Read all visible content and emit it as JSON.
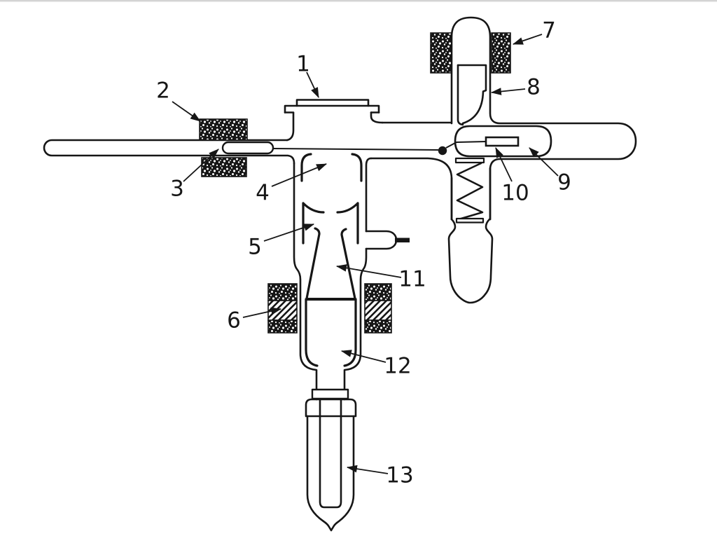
{
  "figure": {
    "type": "patent-style line drawing of a glass vacuum apparatus",
    "colors": {
      "ink": "#161616",
      "background": "#ffffff",
      "top_edge_strip": "#c9c9c9"
    },
    "callouts": [
      {
        "label": "1"
      },
      {
        "label": "2"
      },
      {
        "label": "3"
      },
      {
        "label": "4"
      },
      {
        "label": "5"
      },
      {
        "label": "6"
      },
      {
        "label": "7"
      },
      {
        "label": "8"
      },
      {
        "label": "9"
      },
      {
        "label": "10"
      },
      {
        "label": "11"
      },
      {
        "label": "12"
      },
      {
        "label": "13"
      }
    ]
  }
}
